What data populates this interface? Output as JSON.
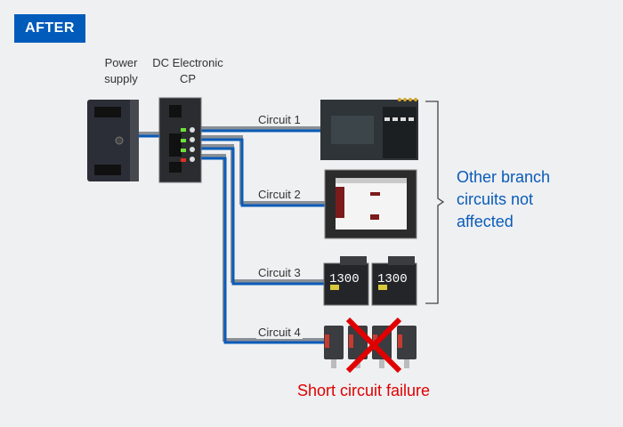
{
  "badge": "AFTER",
  "labels": {
    "power_supply_l1": "Power",
    "power_supply_l2": "supply",
    "cp_l1": "DC Electronic",
    "cp_l2": "CP"
  },
  "circuits": [
    "Circuit 1",
    "Circuit 2",
    "Circuit 3",
    "Circuit 4"
  ],
  "note": {
    "line1": "Other branch",
    "line2": "circuits not",
    "line3": "affected"
  },
  "failure": "Short circuit failure",
  "controller_display": "1300",
  "colors": {
    "accent": "#005bbb",
    "wire": "#0a5bb8",
    "wire_outline": "#8a8f96",
    "failure": "#e00000",
    "cp_leds": [
      "#6fe03a",
      "#6fe03a",
      "#6fe03a",
      "#e03020"
    ]
  }
}
